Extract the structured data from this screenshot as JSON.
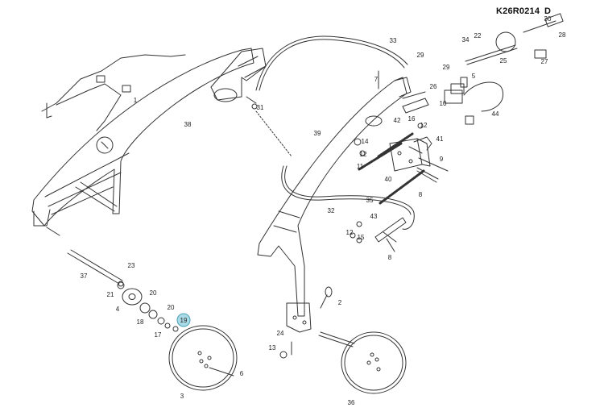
{
  "diagram": {
    "reference_code": "K26R0214",
    "revision": "D",
    "highlighted_callout": "19",
    "callouts": [
      {
        "id": "c1",
        "label": "1"
      },
      {
        "id": "c2",
        "label": "2"
      },
      {
        "id": "c3",
        "label": "3"
      },
      {
        "id": "c4",
        "label": "4"
      },
      {
        "id": "c5",
        "label": "5"
      },
      {
        "id": "c6",
        "label": "6"
      },
      {
        "id": "c7",
        "label": "7"
      },
      {
        "id": "c8a",
        "label": "8"
      },
      {
        "id": "c8b",
        "label": "8"
      },
      {
        "id": "c9",
        "label": "9"
      },
      {
        "id": "c10",
        "label": "10"
      },
      {
        "id": "c11",
        "label": "11"
      },
      {
        "id": "c12a",
        "label": "12"
      },
      {
        "id": "c12b",
        "label": "12"
      },
      {
        "id": "c12c",
        "label": "12"
      },
      {
        "id": "c13",
        "label": "13"
      },
      {
        "id": "c14",
        "label": "14"
      },
      {
        "id": "c15",
        "label": "15"
      },
      {
        "id": "c16",
        "label": "16"
      },
      {
        "id": "c17",
        "label": "17"
      },
      {
        "id": "c18",
        "label": "18"
      },
      {
        "id": "c19",
        "label": "19"
      },
      {
        "id": "c20a",
        "label": "20"
      },
      {
        "id": "c20b",
        "label": "20"
      },
      {
        "id": "c21",
        "label": "21"
      },
      {
        "id": "c22",
        "label": "22"
      },
      {
        "id": "c23",
        "label": "23"
      },
      {
        "id": "c24",
        "label": "24"
      },
      {
        "id": "c25",
        "label": "25"
      },
      {
        "id": "c26",
        "label": "26"
      },
      {
        "id": "c27",
        "label": "27"
      },
      {
        "id": "c28",
        "label": "28"
      },
      {
        "id": "c29a",
        "label": "29"
      },
      {
        "id": "c29b",
        "label": "29"
      },
      {
        "id": "c30",
        "label": "30"
      },
      {
        "id": "c31",
        "label": "31"
      },
      {
        "id": "c32",
        "label": "32"
      },
      {
        "id": "c33",
        "label": "33"
      },
      {
        "id": "c34",
        "label": "34"
      },
      {
        "id": "c35",
        "label": "35"
      },
      {
        "id": "c36",
        "label": "36"
      },
      {
        "id": "c37",
        "label": "37"
      },
      {
        "id": "c38",
        "label": "38"
      },
      {
        "id": "c39",
        "label": "39"
      },
      {
        "id": "c40",
        "label": "40"
      },
      {
        "id": "c41",
        "label": "41"
      },
      {
        "id": "c42",
        "label": "42"
      },
      {
        "id": "c43",
        "label": "43"
      },
      {
        "id": "c44",
        "label": "44"
      }
    ]
  },
  "colors": {
    "line": "#333333",
    "highlight_fill": "#a9dbe6",
    "highlight_stroke": "#4aa3b8"
  }
}
